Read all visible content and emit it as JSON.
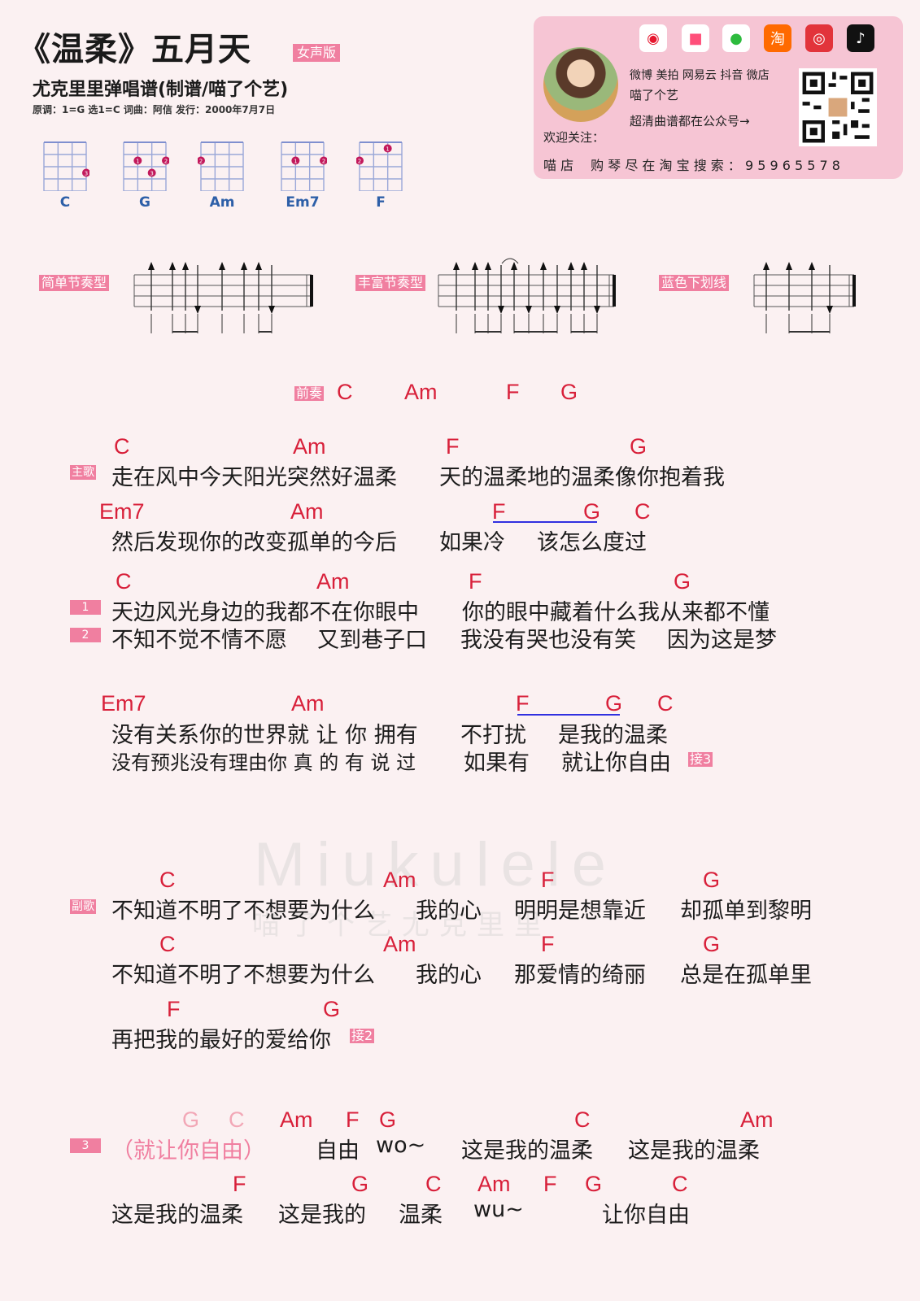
{
  "header": {
    "title": "《温柔》五月天",
    "version_tag": "女声版",
    "subtitle": "尤克里里弹唱谱(制谱/喵了个艺)",
    "meta": "原调：1=G 选1=C  词曲：阿信  发行：2000年7月7日"
  },
  "chords": [
    {
      "name": "C",
      "dots": [
        {
          "string": 4,
          "fret": 3,
          "finger": "3"
        }
      ]
    },
    {
      "name": "G",
      "dots": [
        {
          "string": 2,
          "fret": 2,
          "finger": "1"
        },
        {
          "string": 3,
          "fret": 3,
          "finger": "3"
        },
        {
          "string": 4,
          "fret": 2,
          "finger": "2"
        }
      ]
    },
    {
      "name": "Am",
      "dots": [
        {
          "string": 1,
          "fret": 2,
          "finger": "2"
        }
      ]
    },
    {
      "name": "Em7",
      "dots": [
        {
          "string": 2,
          "fret": 2,
          "finger": "1"
        },
        {
          "string": 4,
          "fret": 2,
          "finger": "2"
        }
      ]
    },
    {
      "name": "F",
      "dots": [
        {
          "string": 1,
          "fret": 2,
          "finger": "2"
        },
        {
          "string": 3,
          "fret": 1,
          "finger": "1"
        }
      ]
    }
  ],
  "promo": {
    "platforms": "微博 美拍 网易云 抖音 微店",
    "name": "喵了个艺",
    "note": "超清曲谱都在公众号→",
    "follow": "欢迎关注：",
    "shop": "喵 店　 购 琴 尽 在 淘 宝 搜 索 ： 9 5 9 6 5 5 7 8",
    "icons": [
      "weibo-icon",
      "meipai-icon",
      "wechat-icon",
      "taobao-icon",
      "netease-icon",
      "tiktok-icon"
    ]
  },
  "strums": [
    {
      "label": "简单节奏型"
    },
    {
      "label": "丰富节奏型"
    },
    {
      "label": "蓝色下划线"
    }
  ],
  "prelude": {
    "tag": "前奏",
    "chords": [
      "C",
      "Am",
      "F",
      "G"
    ]
  },
  "verse": {
    "tag": "主歌",
    "lines": [
      {
        "chords": [
          "C",
          "Am",
          "F",
          "G"
        ],
        "lyric1": "走在风中今天阳光突然好温柔",
        "lyric2": "天的温柔地的温柔像你抱着我"
      },
      {
        "chords": [
          "Em7",
          "Am",
          "F",
          "G",
          "C"
        ],
        "lyric1": "然后发现你的改变孤单的今后",
        "lyric2": "如果冷",
        "lyric3": "该怎么度过"
      }
    ]
  },
  "part12": {
    "tags": [
      "1",
      "2"
    ],
    "chords": [
      "C",
      "Am",
      "F",
      "G"
    ],
    "line1a": "天边风光身边的我都不在你眼中",
    "line1b": "你的眼中藏着什么我从来都不懂",
    "line2a": "不知不觉不情不愿",
    "line2b": "又到巷子口",
    "line2c": "我没有哭也没有笑",
    "line2d": "因为这是梦",
    "chords2": [
      "Em7",
      "Am",
      "F",
      "G",
      "C"
    ],
    "line3a": "没有关系你的世界就 让 你 拥有",
    "line3b": "不打扰",
    "line3c": "是我的温柔",
    "line4a": "没有预兆没有理由你 真 的 有 说 过",
    "line4b": "如果有",
    "line4c": "就让你自由",
    "jump": "接3"
  },
  "chorus": {
    "tag": "副歌",
    "chords": [
      "C",
      "Am",
      "F",
      "G"
    ],
    "line1": [
      "不知道不明了不想要为什么",
      "我的心",
      "明明是想靠近",
      "却孤单到黎明"
    ],
    "line2": [
      "不知道不明了不想要为什么",
      "我的心",
      "那爱情的绮丽",
      "总是在孤单里"
    ],
    "chords3": [
      "F",
      "G"
    ],
    "line3": "再把我的最好的爱给你",
    "jump": "接2"
  },
  "outro": {
    "tag": "3",
    "faded_chords": [
      "G",
      "C"
    ],
    "chords1": [
      "Am",
      "F",
      "G",
      "C",
      "Am"
    ],
    "line1": [
      "（就让你自由）",
      "自由",
      "wo~",
      "这是我的温柔",
      "这是我的温柔"
    ],
    "chords2": [
      "F",
      "G",
      "C",
      "Am",
      "F",
      "G",
      "C"
    ],
    "line2": [
      "这是我的温柔",
      "这是我的",
      "温柔",
      "wu~",
      "让你自由"
    ]
  },
  "watermark": {
    "brand": "Miukulele",
    "sub": "喵了个艺尤克里里"
  }
}
